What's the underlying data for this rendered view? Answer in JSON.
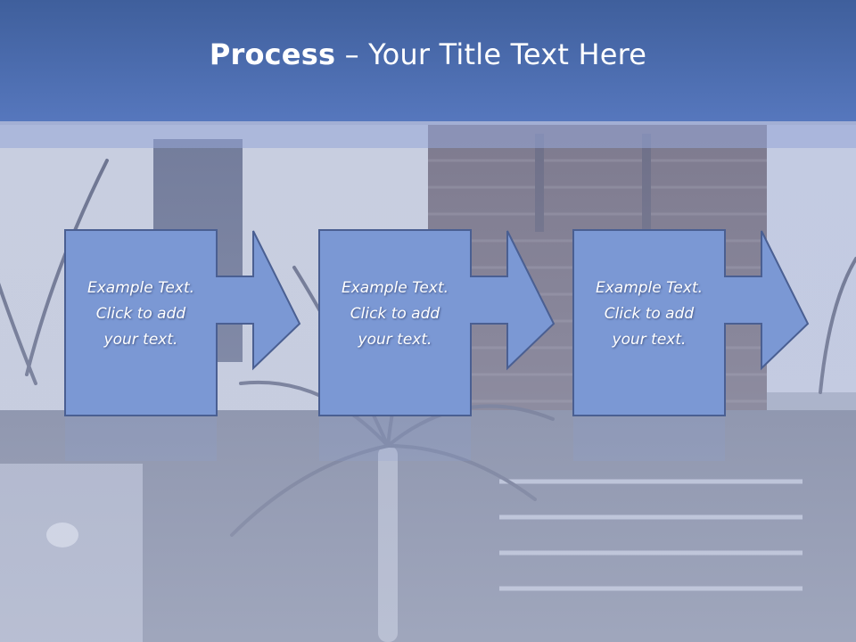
{
  "slide": {
    "title_bold": "Process",
    "title_rest": " – Your Title Text Here"
  },
  "steps": [
    {
      "line1": "Example Text.",
      "line2": "Click  to add",
      "line3": "your text."
    },
    {
      "line1": "Example Text.",
      "line2": "Click  to add",
      "line3": "your text."
    },
    {
      "line1": "Example Text.",
      "line2": "Click  to add",
      "line3": "your text."
    }
  ],
  "colors": {
    "title_bar": "#4a6bb0",
    "step_fill": "#7b98d4",
    "step_stroke": "#4a5f92"
  },
  "icons": {
    "arrow": "right-arrow-icon"
  }
}
